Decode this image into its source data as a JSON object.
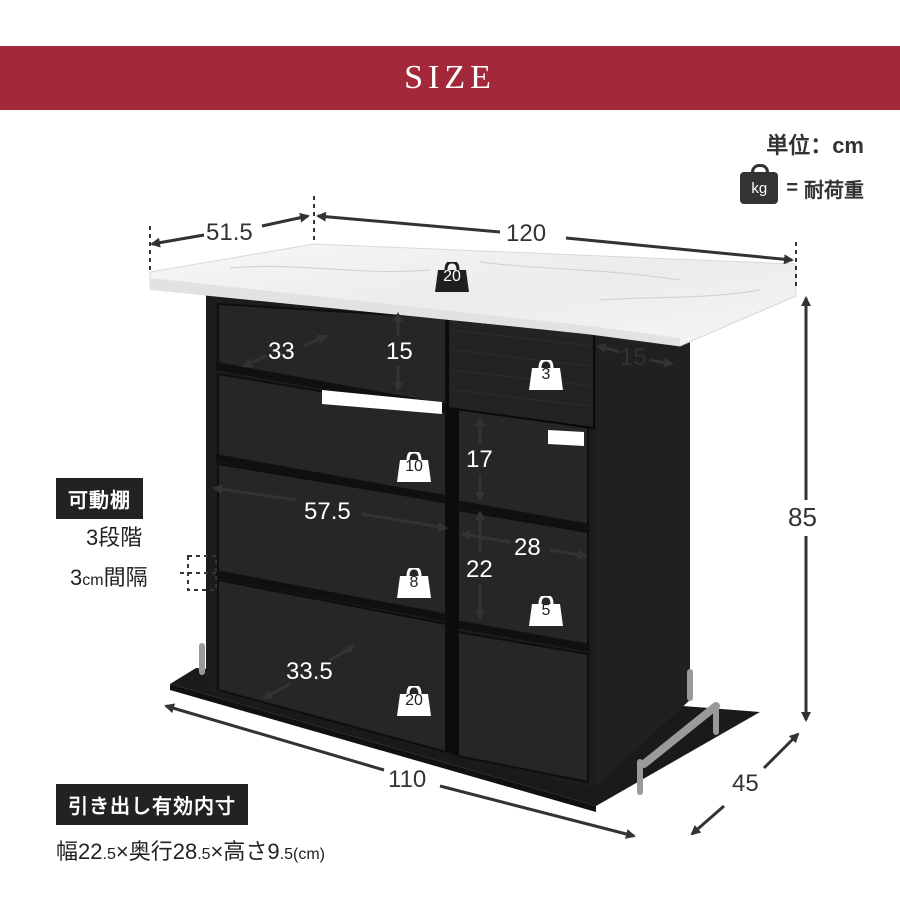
{
  "header": {
    "title": "SIZE"
  },
  "unit": {
    "label": "単位：cm"
  },
  "legend": {
    "icon_text": "kg",
    "equals": "=",
    "label": "耐荷重"
  },
  "dimensions": {
    "top_depth": "51.5",
    "top_width": "120",
    "height": "85",
    "top_overhang": "15",
    "shelf_depth_top": "33",
    "shelf_gap_top": "15",
    "shelf_width": "57.5",
    "right_gap_upper": "17",
    "right_width": "28",
    "right_gap_lower": "22",
    "bottom_depth": "33.5",
    "base_width": "110",
    "base_depth": "45"
  },
  "weights": {
    "top": "20",
    "drawer": "3",
    "shelf_upper": "10",
    "shelf_mid": "8",
    "right_shelf": "5",
    "bottom": "20"
  },
  "adjustable": {
    "badge": "可動棚",
    "steps": "3段階",
    "spacing_num": "3",
    "spacing_unit": "cm",
    "spacing_label": "間隔"
  },
  "drawer_info": {
    "badge": "引き出し有効内寸",
    "w_label": "幅",
    "w_val": "22",
    "w_dec": ".5",
    "times1": "×",
    "d_label": "奥行",
    "d_val": "28",
    "d_dec": ".5",
    "times2": "×",
    "h_label": "高さ",
    "h_val": "9",
    "h_dec": ".5",
    "unit": "(cm)"
  },
  "colors": {
    "banner": "#a3283a",
    "cabinet": "#1c1c1c",
    "marble": "#f1f1f1"
  }
}
